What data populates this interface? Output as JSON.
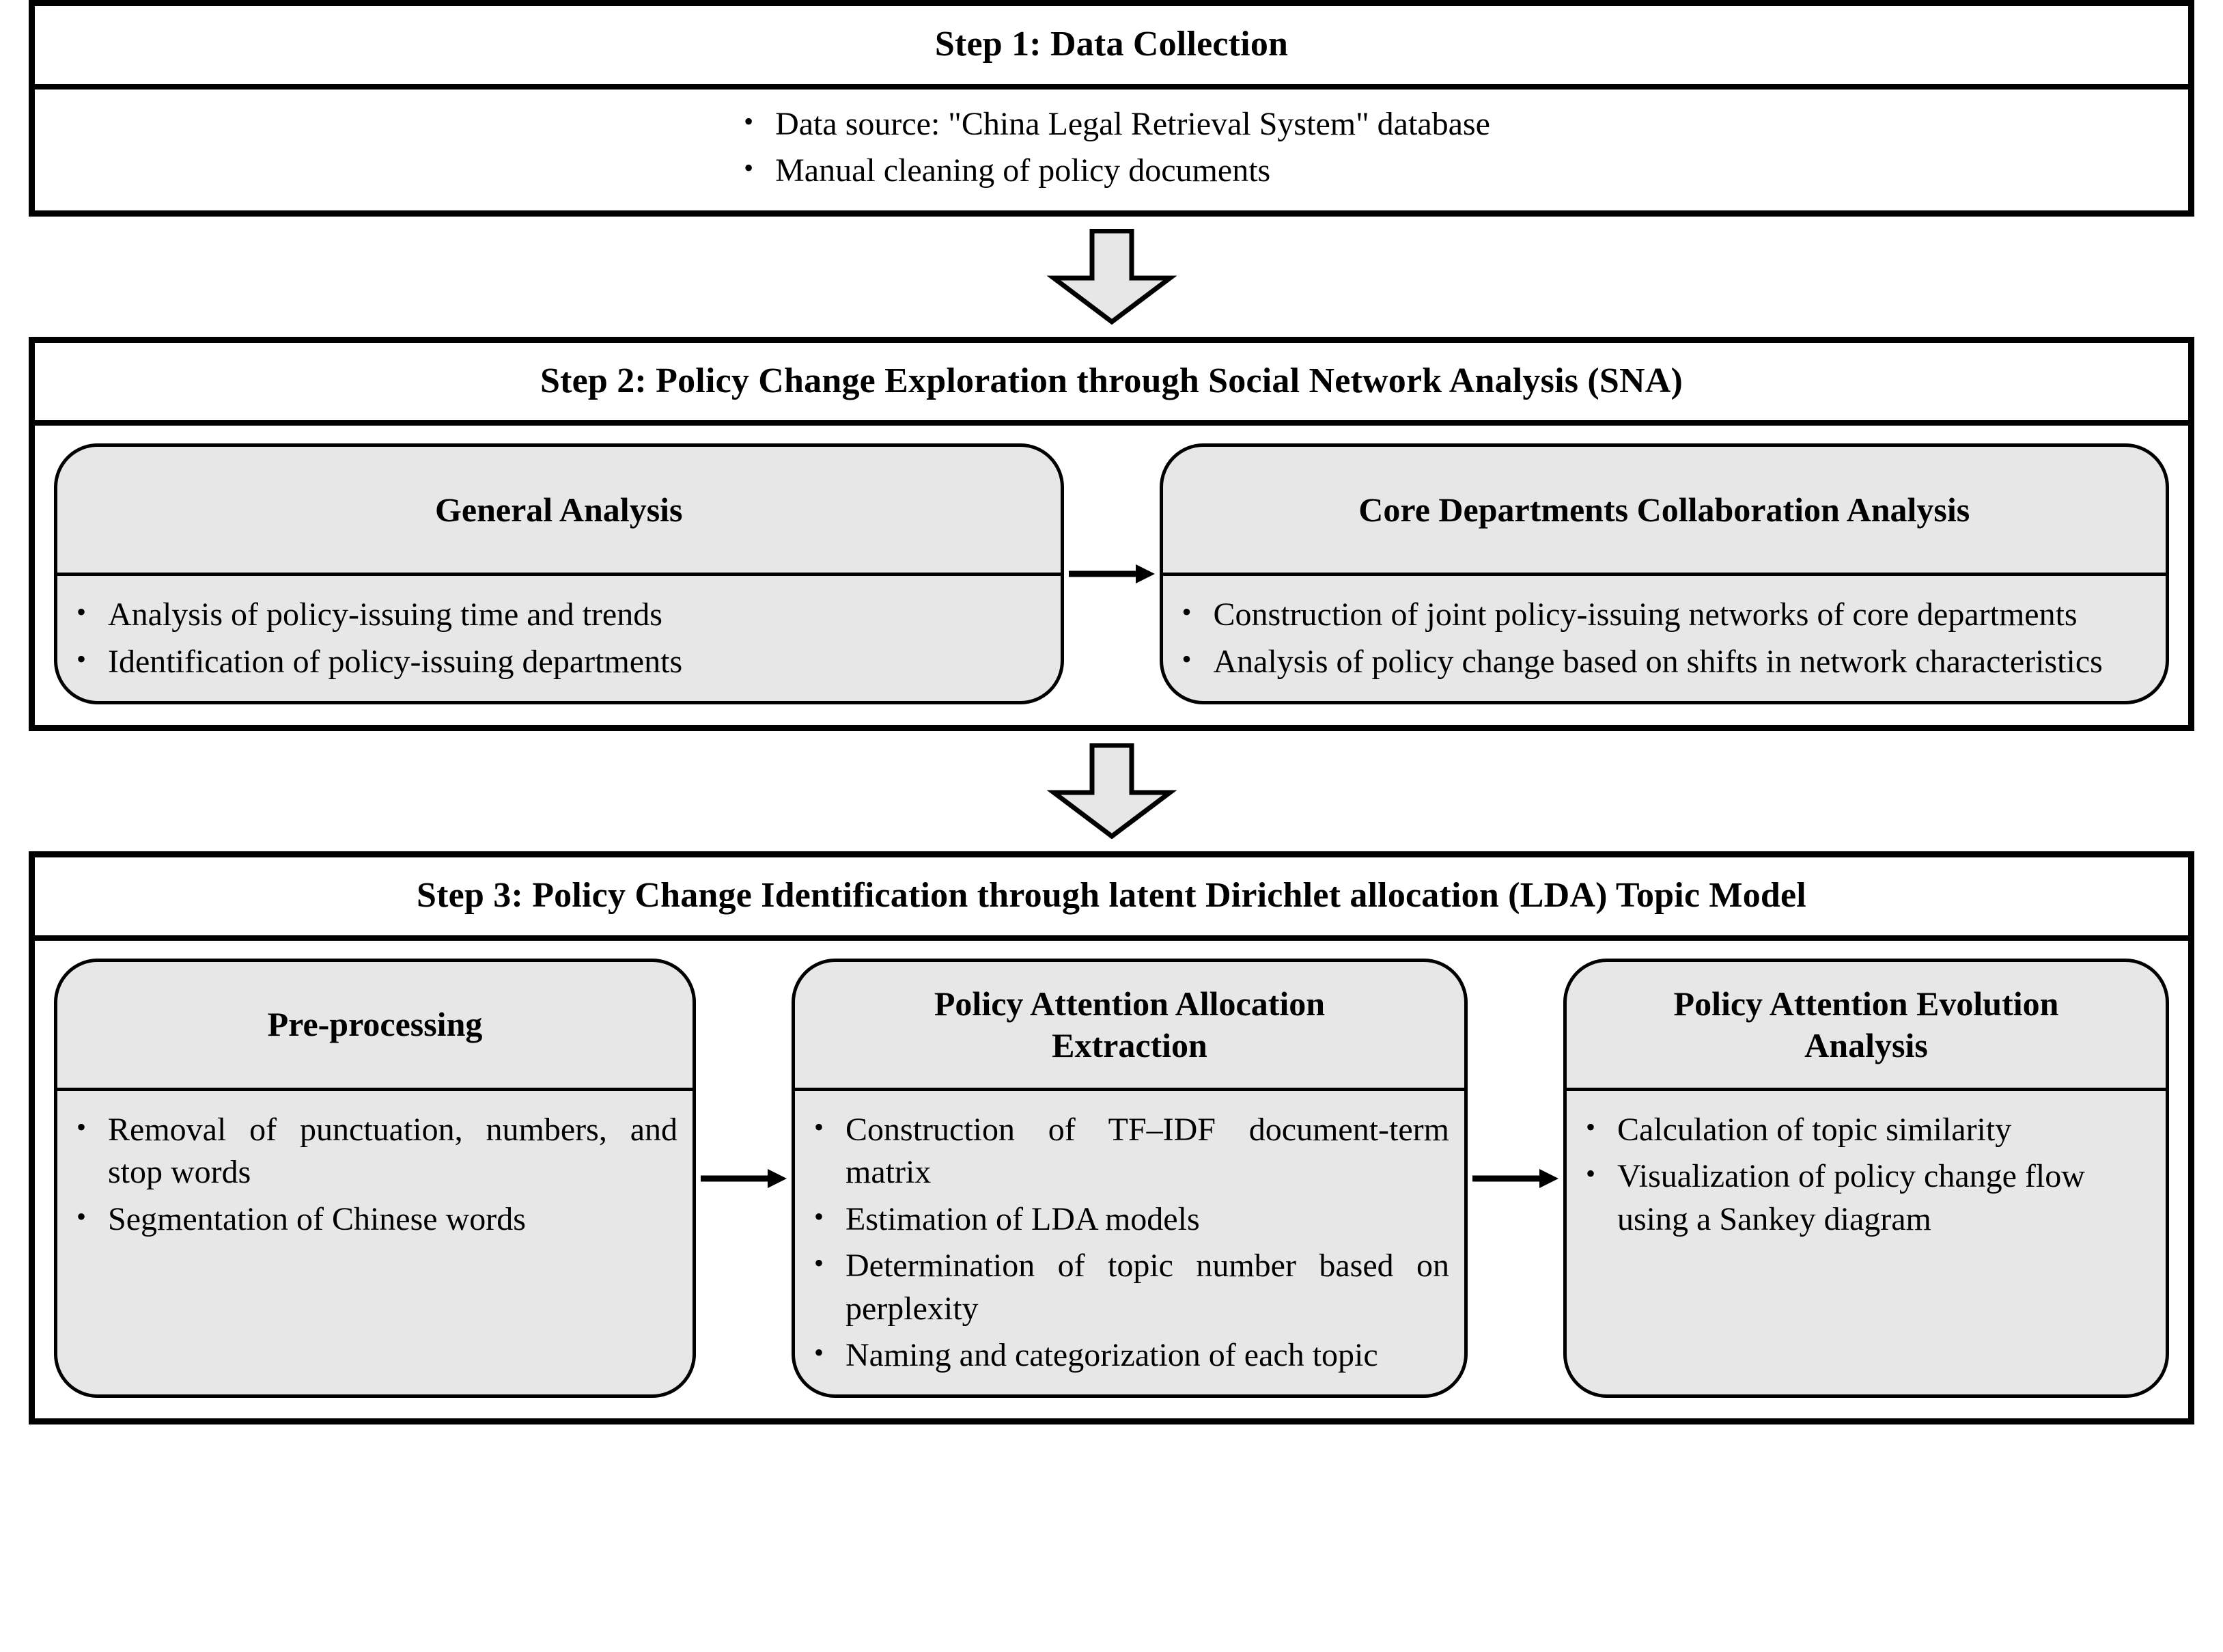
{
  "diagram": {
    "steps": [
      {
        "id": "step1",
        "title": "Step 1: Data Collection",
        "bullets": [
          "Data source: \"China Legal Retrieval System\" database",
          "Manual cleaning of policy documents"
        ]
      },
      {
        "id": "step2",
        "title": "Step 2: Policy Change Exploration through Social Network Analysis (SNA)",
        "panels": [
          {
            "heading": "General Analysis",
            "bullets": [
              "Analysis of policy-issuing time and trends",
              "Identification of policy-issuing departments"
            ]
          },
          {
            "heading": "Core Departments Collaboration Analysis",
            "bullets": [
              "Construction of joint policy-issuing networks of core departments",
              "Analysis of policy change based on shifts in network characteristics"
            ]
          }
        ]
      },
      {
        "id": "step3",
        "title": "Step 3: Policy Change Identification through latent Dirichlet allocation (LDA) Topic Model",
        "panels": [
          {
            "heading": "Pre-processing",
            "bullets": [
              "Removal of punctuation, numbers, and stop words",
              "Segmentation of Chinese words"
            ]
          },
          {
            "heading_line1": "Policy Attention Allocation",
            "heading_line2": "Extraction",
            "bullets": [
              "Construction of TF–IDF document-term matrix",
              "Estimation of LDA models",
              "Determination of topic number based on perplexity",
              "Naming and categorization of each topic"
            ]
          },
          {
            "heading_line1": "Policy Attention Evolution",
            "heading_line2": "Analysis",
            "bullets": [
              "Calculation of topic similarity",
              "Visualization of policy change flow using a Sankey diagram"
            ]
          }
        ]
      }
    ],
    "connectors": {
      "step1_to_step2": "down-block-arrow",
      "step2_to_step3": "down-block-arrow",
      "general_to_core": "right-arrow",
      "pre_to_extraction": "right-arrow",
      "extraction_to_evolution": "right-arrow"
    },
    "colors": {
      "panel_fill": "#e7e7e7",
      "block_arrow_fill": "#e7e7e7",
      "outline": "#000000",
      "background": "#ffffff"
    }
  }
}
